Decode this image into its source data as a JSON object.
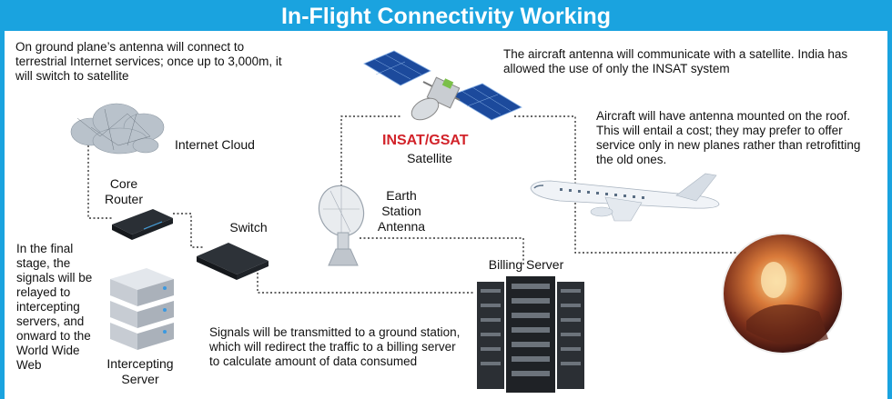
{
  "title": "In-Flight Connectivity Working",
  "notes": {
    "ground": "On ground plane’s antenna will connect to terrestrial Internet services; once up to 3,000m, it will switch to satellite",
    "satellite": "The aircraft antenna will communicate with a satellite. India has allowed the use of only the INSAT system",
    "aircraft": "Aircraft will have antenna mounted on the roof. This will entail a cost; they may prefer to offer service only in new planes rather than retrofitting the old ones.",
    "final_stage": "In the final stage, the signals will be relayed to intercepting servers, and onward to the World Wide Web",
    "transmit": "Signals will be transmitted to a ground station, which will redirect the traffic to a billing server to calculate amount of data consumed"
  },
  "labels": {
    "internet_cloud": "Internet Cloud",
    "core_router": "Core Router",
    "switch": "Switch",
    "intercepting_server": "Intercepting Server",
    "earth_station": "Earth Station Antenna",
    "satellite_name": "INSAT/GSAT",
    "satellite": "Satellite",
    "billing_server": "Billing Server"
  },
  "colors": {
    "accent": "#1aa3df",
    "satellite_name": "#d2232a"
  }
}
